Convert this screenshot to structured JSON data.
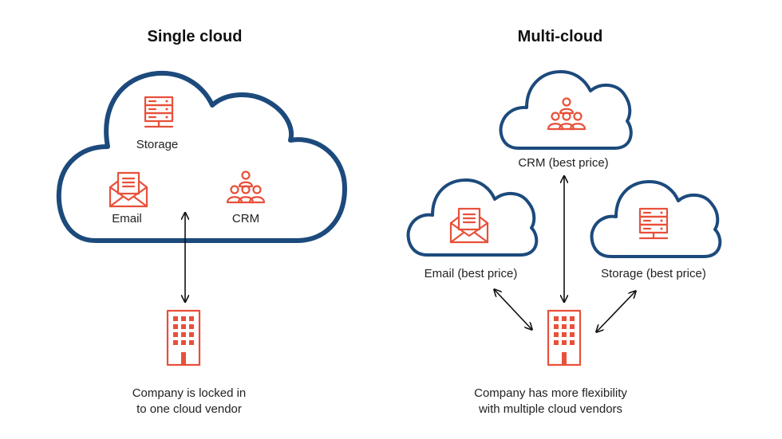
{
  "colors": {
    "cloud_outline": "#1c4a7c",
    "icon_accent": "#e8503a",
    "text": "#222222",
    "title": "#111111",
    "arrow": "#111111"
  },
  "single": {
    "title": "Single cloud",
    "labels": {
      "storage": "Storage",
      "email": "Email",
      "crm": "CRM"
    },
    "icons": [
      "server-rack-icon",
      "email-envelope-icon",
      "team-people-icon",
      "office-building-icon"
    ],
    "caption_line1": "Company is locked in",
    "caption_line2": "to one cloud vendor"
  },
  "multi": {
    "title": "Multi-cloud",
    "labels": {
      "crm": "CRM (best price)",
      "email": "Email (best price)",
      "storage": "Storage (best price)"
    },
    "icons": [
      "team-people-icon",
      "email-envelope-icon",
      "server-rack-icon",
      "office-building-icon"
    ],
    "caption_line1": "Company has more flexibility",
    "caption_line2": "with multiple cloud vendors"
  }
}
